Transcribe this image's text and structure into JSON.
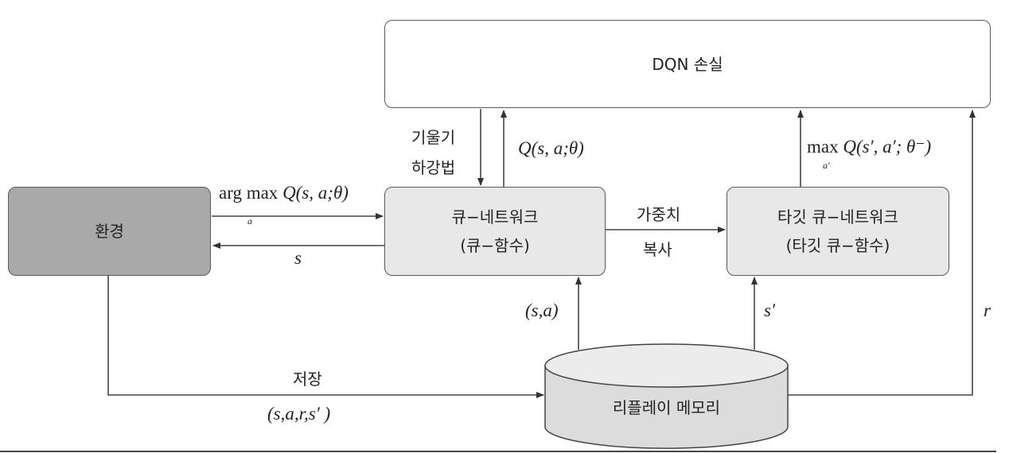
{
  "nodes": {
    "loss": {
      "label": "DQN 손실"
    },
    "environment": {
      "label": "환경"
    },
    "q_network": {
      "line1": "큐−네트워크",
      "line2": "(큐−함수)"
    },
    "target_network": {
      "line1": "타깃 큐−네트워크",
      "line2": "(타깃 큐−함수)"
    },
    "replay_memory": {
      "label": "리플레이 메모리"
    }
  },
  "edges": {
    "gradient_descent": {
      "line1": "기울기",
      "line2": "하강법"
    },
    "q_value": {
      "text": "Q(s, a;θ)"
    },
    "target_max": {
      "max": "max",
      "sub": "a′",
      "expr": "Q(s′, a′; θ⁻)"
    },
    "action_select": {
      "arg": "arg",
      "max": "max",
      "sub": "a",
      "expr": "Q(s, a;θ)"
    },
    "state": {
      "text": "s"
    },
    "weight_copy": {
      "line1": "가중치",
      "line2": "복사"
    },
    "sample_sa": {
      "text": "(s,a)"
    },
    "sample_s_prime": {
      "text": "s′"
    },
    "reward": {
      "text": "r"
    },
    "store": {
      "line1": "저장",
      "line2": "(s,a,r,s′ )"
    }
  },
  "colors": {
    "environment_fill": "#a9a9a9",
    "network_fill": "#e8e8e8",
    "memory_fill": "#dcdcdc",
    "line": "#444444"
  }
}
